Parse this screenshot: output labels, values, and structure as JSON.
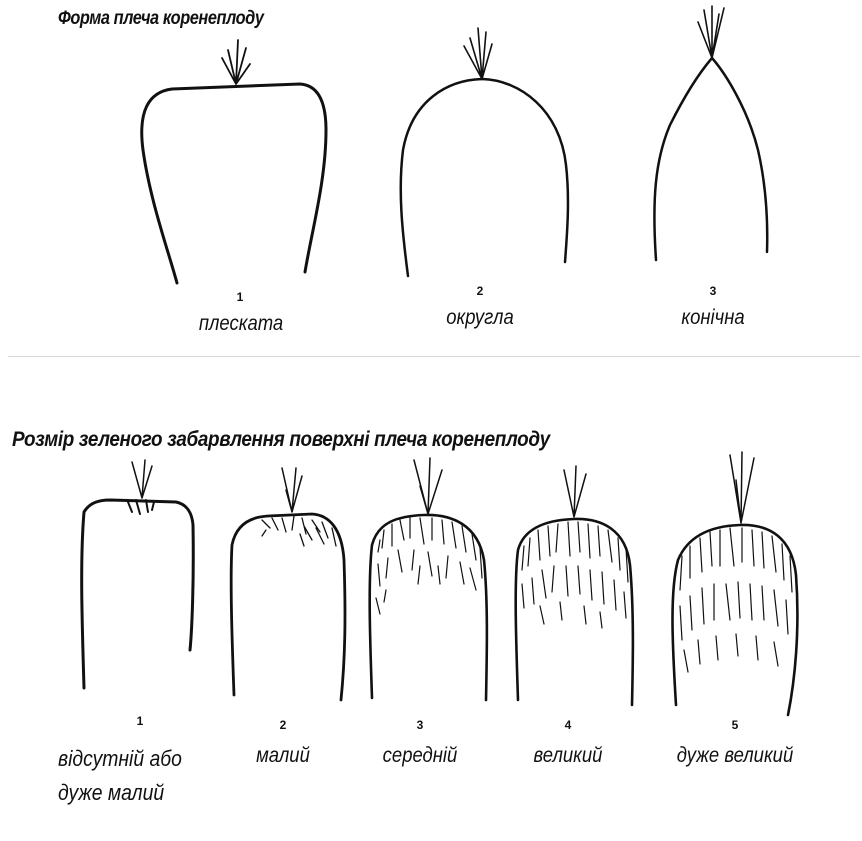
{
  "shoulder_shape": {
    "title": "Форма плеча коренеплоду",
    "items": [
      {
        "num": "1",
        "label": "плеската"
      },
      {
        "num": "2",
        "label": "округла"
      },
      {
        "num": "3",
        "label": "конічна"
      }
    ]
  },
  "green_coloring": {
    "title": "Розмір зеленого забарвлення поверхні плеча коренеплоду",
    "items": [
      {
        "num": "1",
        "label_line1": "відсутній або",
        "label_line2": "дуже малий"
      },
      {
        "num": "2",
        "label": "малий"
      },
      {
        "num": "3",
        "label": "середній"
      },
      {
        "num": "4",
        "label": "великий"
      },
      {
        "num": "5",
        "label": "дуже великий"
      }
    ]
  },
  "colors": {
    "ink": "#111111",
    "background": "#ffffff"
  }
}
